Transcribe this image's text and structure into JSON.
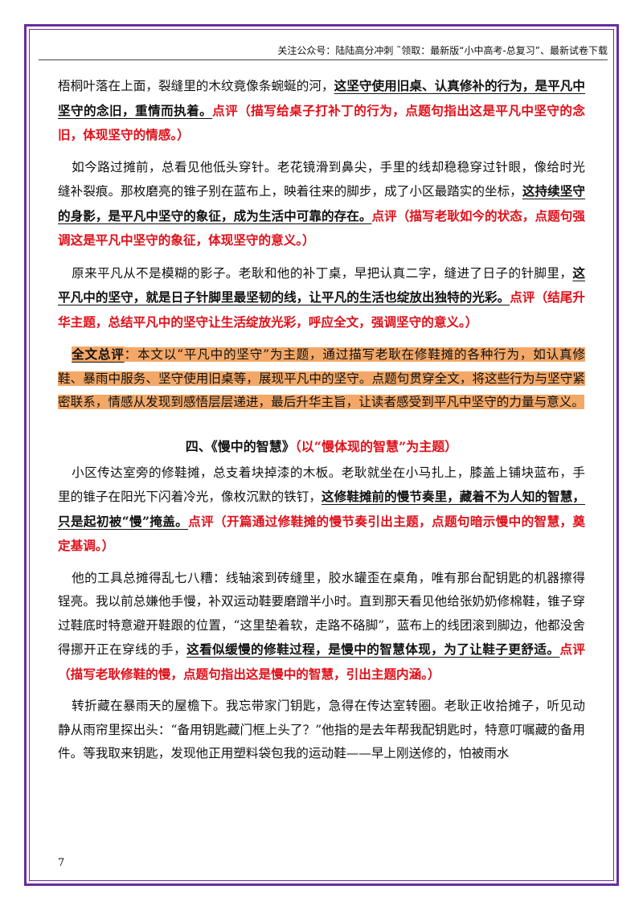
{
  "header": "关注公众号：陆陆高分冲刺 ˜领取：最新版“小中高考-总复习”、最新试卷下载",
  "paragraphs": [
    {
      "plain": "梧桐叶落在上面，裂缝里的木纹竟像条蜿蜒的河，",
      "key": "这坚守使用旧桌、认真修补的行为，是平凡中坚守的念旧，重情而执着。",
      "comment": "点评（描写给桌子打补丁的行为，点题句指出这是平凡中坚守的念旧，体现坚守的情感。）"
    },
    {
      "plain": "如今路过摊前，总看见他低头穿针。老花镜滑到鼻尖，手里的线却稳稳穿过针眼，像给时光缝补裂痕。那枚磨亮的锥子别在蓝布上，映着往来的脚步，成了小区最踏实的坐标，",
      "key": "这持续坚守的身影，是平凡中坚守的象征，成为生活中可靠的存在。",
      "comment": "点评（描写老耿如今的状态，点题句强调这是平凡中坚守的象征，体现坚守的意义。）"
    },
    {
      "plain": "原来平凡从不是模糊的影子。老耿和他的补丁桌，早把认真二字，缝进了日子的针脚里，",
      "key": "这平凡中的坚守，就是日子针脚里最坚韧的线，让平凡的生活也绽放出独特的光彩。",
      "comment": "点评（结尾升华主题，总结平凡中的坚守让生活绽放光彩，呼应全文，强调坚守的意义。）"
    }
  ],
  "summary": {
    "label": "全文总评",
    "text": "：本文以“平凡中的坚守”为主题，通过描写老耿在修鞋摊的各种行为，如认真修鞋、暴雨中服务、坚守使用旧桌等，展现平凡中的坚守。点题句贯穿全文，将这些行为与坚守紧密联系，情感从发现到感悟层层递进，最后升华主旨，让读者感受到平凡中坚守的力量与意义。"
  },
  "section": {
    "title": "四、《慢中的智慧》",
    "subtitle": "（以“慢体现的智慧”为主题）"
  },
  "paragraphs2": [
    {
      "plain": "小区传达室旁的修鞋摊，总支着块掉漆的木板。老耿就坐在小马扎上，膝盖上铺块蓝布，手里的锥子在阳光下闪着冷光，像枚沉默的铁钉，",
      "key": "这修鞋摊前的慢节奏里，藏着不为人知的智慧，只是起初被“慢”掩盖。",
      "comment": "点评（开篇通过修鞋摊的慢节奏引出主题，点题句暗示慢中的智慧，奠定基调。）"
    },
    {
      "plain": "他的工具总摊得乱七八糟：线轴滚到砖缝里，胶水罐歪在桌角，唯有那台配钥匙的机器擦得锃亮。我以前总嫌他手慢，补双运动鞋要磨蹭半小时。直到那天看见他给张奶奶修棉鞋，锥子穿过鞋底时特意避开鞋跟的位置，“这里垫着软，走路不硌脚”，蓝布上的线团滚到脚边，他都没舍得挪开正在穿线的手，",
      "key": "这看似缓慢的修鞋过程，是慢中的智慧体现，为了让鞋子更舒适。",
      "comment": "点评（描写老耿修鞋的慢，点题句指出这是慢中的智慧，引出主题内涵。）"
    },
    {
      "plain": "转折藏在暴雨天的屋檐下。我忘带家门钥匙，急得在传达室转圈。老耿正收拾摊子，听见动静从雨帘里探出头：“备用钥匙藏门框上头了？”他指的是去年帮我配钥匙时，特意叮嘱藏的备用件。等我取来钥匙，发现他正用塑料袋包我的运动鞋——早上刚送修的，怕被雨水",
      "key": "",
      "comment": ""
    }
  ],
  "page_number": "7"
}
